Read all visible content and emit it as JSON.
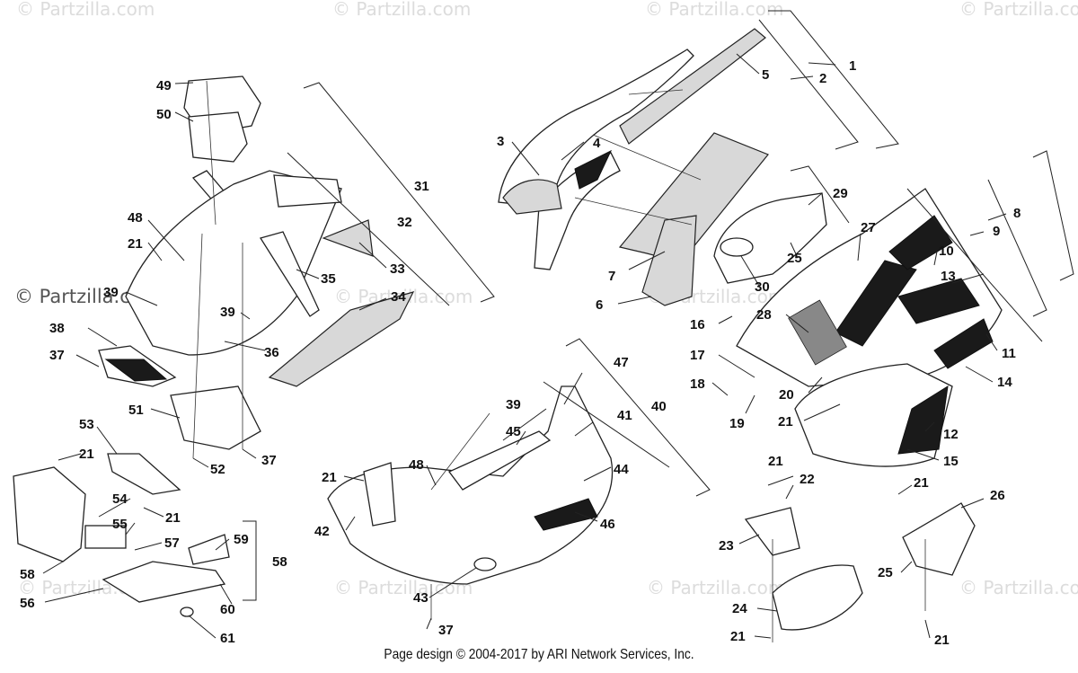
{
  "watermarks": [
    "© Partzilla.com",
    "© Partzilla.com",
    "© Partzilla.com",
    "© Partzilla.com",
    "© Partzilla.com",
    "© Partzilla.com",
    "© Partzilla.com",
    "© Partzilla.com",
    "© Partzilla.com",
    "© Partzilla.com"
  ],
  "watermark_prominent": "© Partzilla.com",
  "callouts": [
    "1",
    "2",
    "3",
    "4",
    "5",
    "6",
    "7",
    "8",
    "9",
    "10",
    "11",
    "12",
    "13",
    "14",
    "15",
    "16",
    "17",
    "18",
    "19",
    "20",
    "21",
    "22",
    "23",
    "24",
    "25",
    "26",
    "27",
    "28",
    "29",
    "30",
    "31",
    "32",
    "33",
    "34",
    "35",
    "36",
    "37",
    "38",
    "39",
    "40",
    "41",
    "42",
    "43",
    "44",
    "45",
    "46",
    "47",
    "48",
    "49",
    "50",
    "51",
    "52",
    "53",
    "54",
    "55",
    "56",
    "57",
    "58",
    "59",
    "60",
    "61"
  ],
  "labels": {
    "n1": "1",
    "n2": "2",
    "n3": "3",
    "n4": "4",
    "n5": "5",
    "n6": "6",
    "n7": "7",
    "n8": "8",
    "n9": "9",
    "n10": "10",
    "n11": "11",
    "n12": "12",
    "n13": "13",
    "n14": "14",
    "n15": "15",
    "n16": "16",
    "n17": "17",
    "n18": "18",
    "n19": "19",
    "n20": "20",
    "n21": "21",
    "n22": "22",
    "n23": "23",
    "n24": "24",
    "n25": "25",
    "n26": "26",
    "n27": "27",
    "n28": "28",
    "n29": "29",
    "n30": "30",
    "n31": "31",
    "n32": "32",
    "n33": "33",
    "n34": "34",
    "n35": "35",
    "n36": "36",
    "n37": "37",
    "n38": "38",
    "n39": "39",
    "n40": "40",
    "n41": "41",
    "n42": "42",
    "n43": "43",
    "n44": "44",
    "n45": "45",
    "n46": "46",
    "n47": "47",
    "n48": "48",
    "n49": "49",
    "n50": "50",
    "n51": "51",
    "n52": "52",
    "n53": "53",
    "n54": "54",
    "n55": "55",
    "n56": "56",
    "n57": "57",
    "n58": "58",
    "n59": "59",
    "n60": "60",
    "n61": "61"
  },
  "footer": "Page design © 2004-2017 by ARI Network Services, Inc.",
  "colors": {
    "line": "#222222",
    "decal_dark": "#1a1a1a",
    "foam": "#d8d8d8",
    "watermark": "#dcdcdc"
  }
}
